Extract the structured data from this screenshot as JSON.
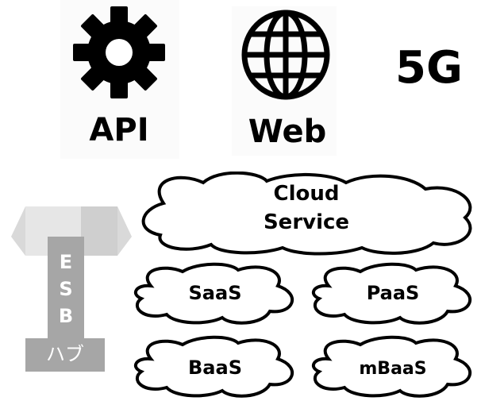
{
  "icons": [
    {
      "name": "api",
      "label": "API"
    },
    {
      "name": "web",
      "label": "Web"
    },
    {
      "name": "5g",
      "label": "5G"
    }
  ],
  "cloud_service": {
    "line1": "Cloud",
    "line2": "Service"
  },
  "sub_clouds": [
    "SaaS",
    "PaaS",
    "BaaS",
    "mBaaS"
  ],
  "esb": {
    "letters": [
      "E",
      "S",
      "B"
    ],
    "hub": "ハブ"
  },
  "colors": {
    "ink": "#000000",
    "arrow_light": "#d9d9d9",
    "esb_gray": "#a6a6a6"
  }
}
